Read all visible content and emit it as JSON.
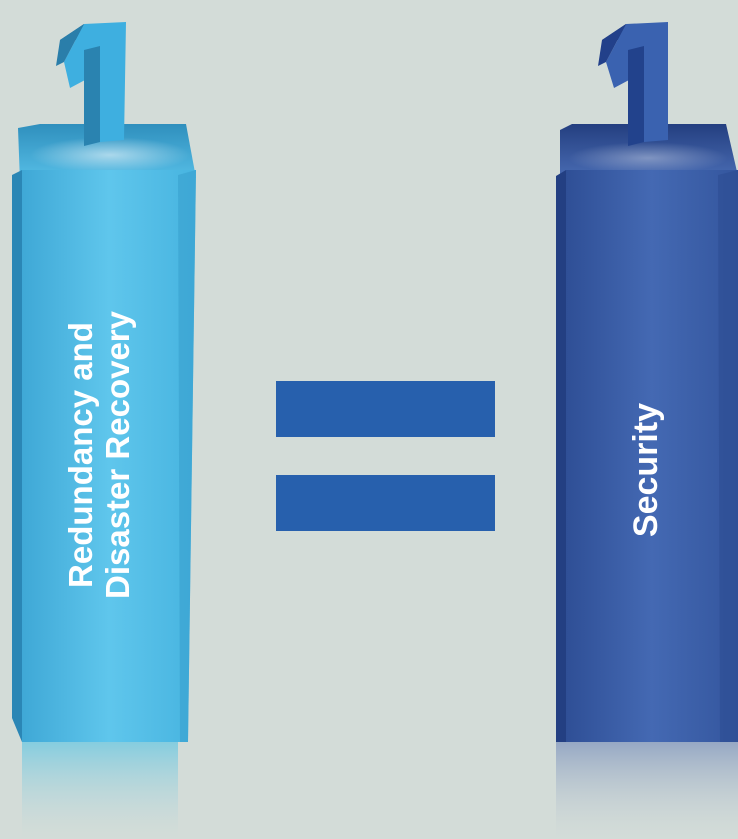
{
  "left_pillar": {
    "number": "1",
    "label_line1": "Redundancy and",
    "label_line2": "Disaster Recovery",
    "color": "#5bbfe6"
  },
  "right_pillar": {
    "number": "1",
    "label": "Security",
    "color": "#3f63ac"
  },
  "operator": {
    "symbol": "equals",
    "color": "#2760ad"
  },
  "background_color": "#d3dcd8"
}
